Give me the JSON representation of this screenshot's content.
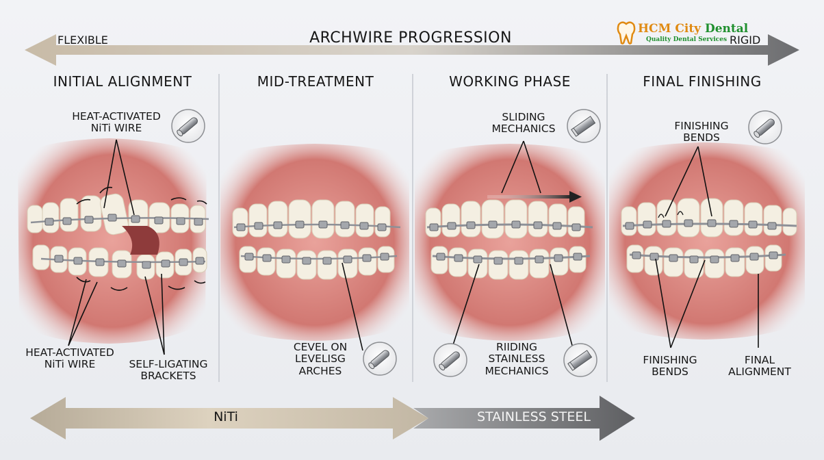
{
  "header": {
    "left_label": "FLEXIBLE",
    "title": "ARCHWIRE PROGRESSION",
    "right_label": "RIGID"
  },
  "logo": {
    "name_part1": "HCM City",
    "name_part2": "Dental",
    "tagline": "Quality Dental Services"
  },
  "panels": [
    {
      "title": "INITIAL ALIGNMENT",
      "top_label": "HEAT-ACTIVATED\nNiTi WIRE",
      "bottom_left_label": "HEAT-ACTIVATED\nNiTi WIRE",
      "bottom_right_label": "SELF-LIGATING\nBRACKETS",
      "wire_icon": "round-wire-icon"
    },
    {
      "title": "MID-TREATMENT",
      "bottom_label": "CEVEL ON\nLEVELISG\nARCHES",
      "wire_icon": "round-wire-icon"
    },
    {
      "title": "WORKING PHASE",
      "top_label": "SLIDING\nMECHANICS",
      "bottom_label": "RIIDING\nSTAINLESS\nMECHANICS",
      "wire_icon_top": "rectangular-wire-icon",
      "wire_icon_bottom_left": "round-wire-icon",
      "wire_icon_bottom_right": "rectangular-wire-icon"
    },
    {
      "title": "FINAL FINISHING",
      "top_label": "FINISHING\nBENDS",
      "bottom_left_label": "FINISHING\nBENDS",
      "bottom_right_label": "FINAL\nALIGNMENT",
      "wire_icon": "round-wire-icon"
    }
  ],
  "footer": {
    "niti_label": "NiTi",
    "steel_label": "STAINLESS STEEL"
  },
  "colors": {
    "gum": "#d9837d",
    "tooth": "#f4efe2",
    "wire": "#8d9097",
    "niti_arrow": "#c9bda9",
    "steel_arrow": "#6e6f71"
  }
}
